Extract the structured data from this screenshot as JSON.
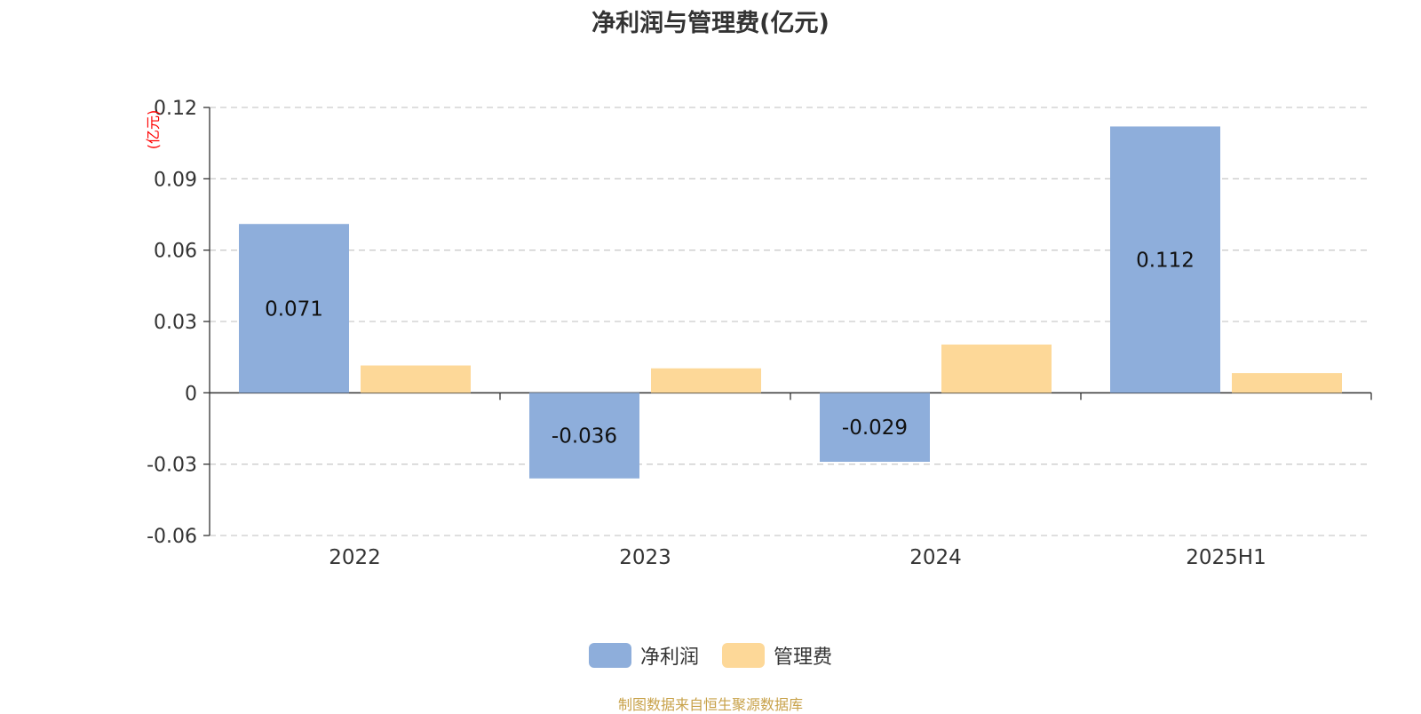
{
  "chart_data": {
    "type": "bar",
    "title": "净利润与管理费(亿元)",
    "ylabel": "(亿元)",
    "xlabel": "",
    "categories": [
      "2022",
      "2023",
      "2024",
      "2025H1"
    ],
    "series": [
      {
        "name": "净利润",
        "values": [
          0.071,
          -0.036,
          -0.029,
          0.112
        ],
        "labels": [
          "0.071",
          "-0.036",
          "-0.029",
          "0.112"
        ],
        "color": "#8eaedb"
      },
      {
        "name": "管理费",
        "values": [
          0.0115,
          0.0103,
          0.0203,
          0.0083
        ],
        "color": "#fdd898"
      }
    ],
    "ylim": [
      -0.06,
      0.12
    ],
    "yticks": [
      "0.12",
      "0.09",
      "0.06",
      "0.03",
      "0",
      "-0.03",
      "-0.06"
    ],
    "ytick_values": [
      0.12,
      0.09,
      0.06,
      0.03,
      0,
      -0.03,
      -0.06
    ],
    "grid": true,
    "legend_position": "bottom-center"
  },
  "source_note": "制图数据来自恒生聚源数据库",
  "colors": {
    "axis": "#333333",
    "grid": "#cccccc",
    "ylabel": "#ff0000",
    "source_note": "#c8a24a"
  }
}
